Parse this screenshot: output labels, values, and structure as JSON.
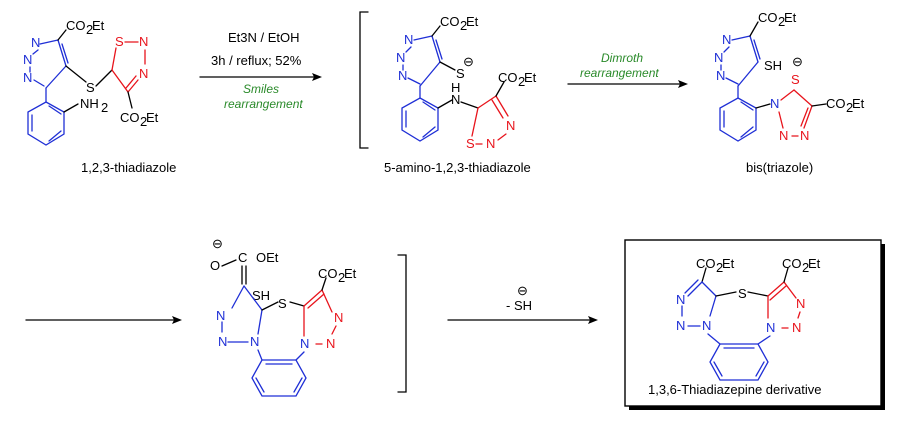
{
  "labels": {
    "compound1": "1,2,3-thiadiazole",
    "compound2": "5-amino-1,2,3-thiadiazole",
    "compound3": "bis(triazole)",
    "compound5": "1,3,6-Thiadiazepine derivative"
  },
  "step1": {
    "reagent": "Et3N / EtOH",
    "conditions": "3h / reflux; 52%",
    "note_line1": "Smiles",
    "note_line2": "rearrangement"
  },
  "step2": {
    "note_line1": "Dimroth",
    "note_line2": "rearrangement"
  },
  "step4": {
    "reagent": "- SH"
  },
  "colors": {
    "blue": "#1f2fd6",
    "red": "#e8141c",
    "green": "#2a8a2a",
    "black": "#000000"
  }
}
